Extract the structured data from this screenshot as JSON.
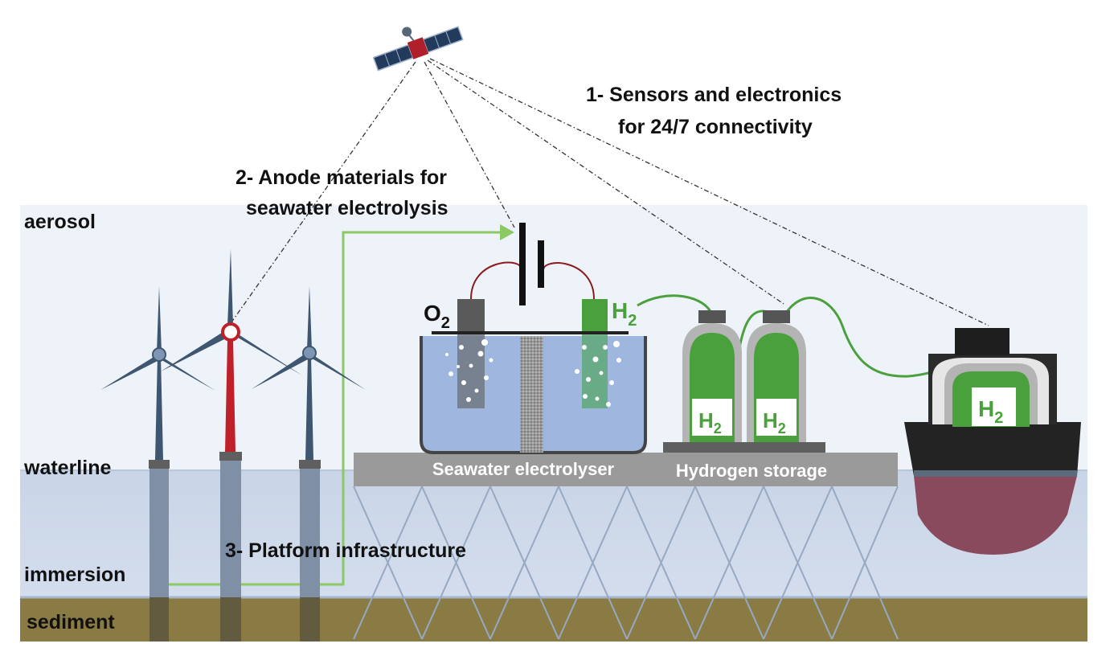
{
  "zones": {
    "aerosol": "aerosol",
    "waterline": "waterline",
    "immersion": "immersion",
    "sediment": "sediment"
  },
  "callouts": {
    "c1_line1": "1- Sensors and electronics",
    "c1_line2": "for 24/7 connectivity",
    "c2_line1": "2- Anode materials for",
    "c2_line2": "seawater electrolysis",
    "c3": "3- Platform infrastructure"
  },
  "platform": {
    "electrolyser_label": "Seawater electrolyser",
    "storage_label": "Hydrogen storage"
  },
  "chemistry": {
    "oxygen_symbol": "O",
    "oxygen_subscript": "2",
    "hydrogen_symbol": "H",
    "hydrogen_subscript": "2"
  },
  "icons": {
    "satellite": "satellite-icon",
    "turbines": [
      "wind-turbine-icon",
      "wind-turbine-icon",
      "wind-turbine-icon"
    ],
    "battery": "battery-icon",
    "tanks": "hydrogen-tank-icon",
    "ship": "tanker-ship-icon"
  },
  "colors": {
    "sky": "#eef2f9",
    "water": "#cdd8e8",
    "sediment": "#8a7a43",
    "turbine": "#3f5670",
    "turbine_highlight": "#c0202a",
    "green": "#4aa03c",
    "platform": "#9a9a9a",
    "hull": "#8a4a5e"
  }
}
